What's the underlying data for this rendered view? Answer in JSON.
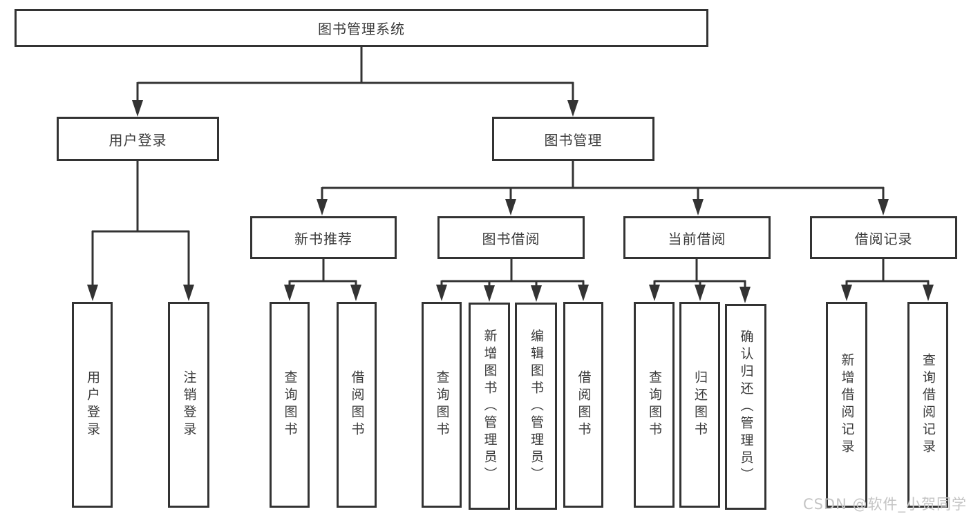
{
  "diagram": {
    "title": "图书管理系统",
    "nodes": {
      "root": {
        "label": "图书管理系统"
      },
      "user_login": {
        "label": "用户登录"
      },
      "book_mgmt": {
        "label": "图书管理"
      },
      "new_book_rec": {
        "label": "新书推荐"
      },
      "book_borrow": {
        "label": "图书借阅"
      },
      "current_borrow": {
        "label": "当前借阅"
      },
      "borrow_record": {
        "label": "借阅记录"
      },
      "leaf_user_login": {
        "label": "用户登录"
      },
      "leaf_logout_login": {
        "label": "注销登录"
      },
      "leaf_query_book_rec": {
        "label": "查询图书"
      },
      "leaf_borrow_book_rec": {
        "label": "借阅图书"
      },
      "leaf_query_book_borrow": {
        "label": "查询图书"
      },
      "leaf_add_book_admin": {
        "label": "新增图书（管理员）"
      },
      "leaf_edit_book_admin": {
        "label": "编辑图书（管理员）"
      },
      "leaf_borrow_book_borrow": {
        "label": "借阅图书"
      },
      "leaf_query_book_current": {
        "label": "查询图书"
      },
      "leaf_return_book": {
        "label": "归还图书"
      },
      "leaf_confirm_return_admin": {
        "label": "确认归还（管理员）"
      },
      "leaf_add_borrow_record": {
        "label": "新增借阅记录"
      },
      "leaf_query_borrow_record": {
        "label": "查询借阅记录"
      }
    },
    "line_color": "#333333"
  },
  "watermark": {
    "text": "CSDN @软件_小贺同学"
  }
}
